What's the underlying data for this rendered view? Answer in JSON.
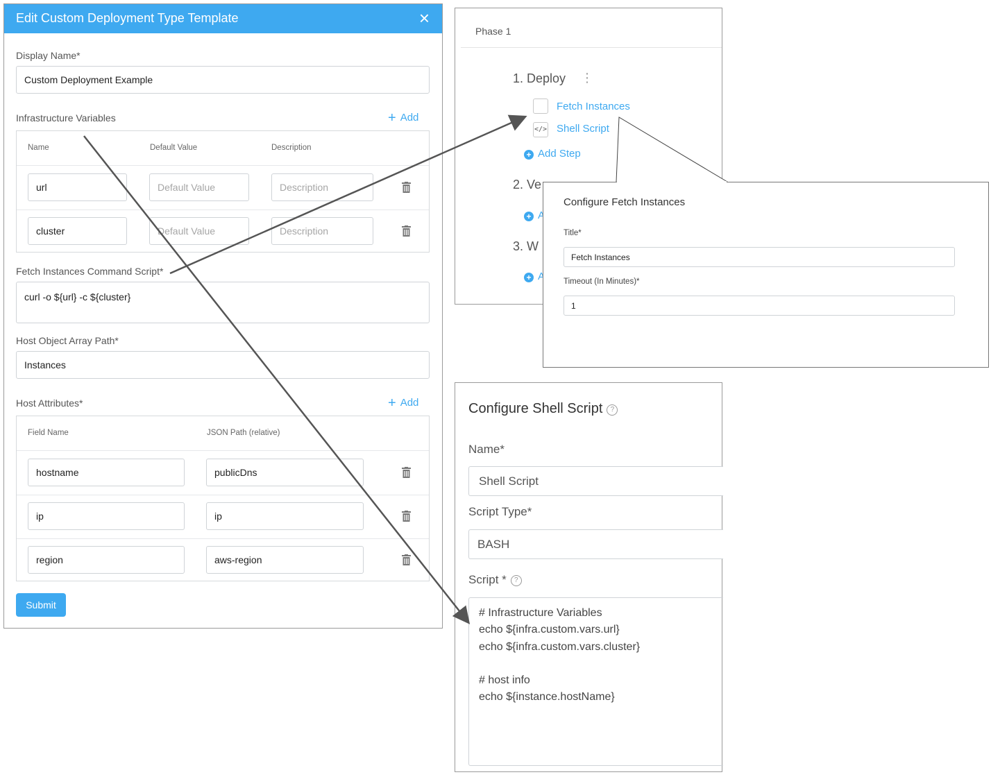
{
  "edit_dialog": {
    "title": "Edit Custom Deployment Type Template",
    "close_icon": "×",
    "display_name_label": "Display Name*",
    "display_name_value": "Custom Deployment Example",
    "infra_vars_label": "Infrastructure Variables",
    "add_label": "Add",
    "infra_headers": {
      "name": "Name",
      "default_value": "Default Value",
      "description": "Description"
    },
    "infra_rows": [
      {
        "name": "url",
        "default_placeholder": "Default Value",
        "description_placeholder": "Description"
      },
      {
        "name": "cluster",
        "default_placeholder": "Default Value",
        "description_placeholder": "Description"
      }
    ],
    "fetch_script_label": "Fetch Instances Command Script*",
    "fetch_script_value": "curl -o ${url} -c ${cluster}",
    "host_array_label": "Host Object Array Path*",
    "host_array_value": "Instances",
    "host_attrs_label": "Host Attributes*",
    "host_headers": {
      "field_name": "Field Name",
      "json_path": "JSON Path (relative)"
    },
    "host_rows": [
      {
        "field": "hostname",
        "path": "publicDns"
      },
      {
        "field": "ip",
        "path": "ip"
      },
      {
        "field": "region",
        "path": "aws-region"
      }
    ],
    "submit_label": "Submit"
  },
  "phase_panel": {
    "title": "Phase 1",
    "section1": "1. Deploy",
    "kebab": "⋮",
    "step1": "Fetch Instances",
    "step2": "Shell Script",
    "add_step": "Add Step",
    "section2": "2. Ve",
    "section3": "3. W",
    "add_partial": "A"
  },
  "fetch_popup": {
    "title": "Configure Fetch Instances",
    "title_label": "Title*",
    "title_value": "Fetch Instances",
    "timeout_label": "Timeout (In Minutes)*",
    "timeout_value": "1"
  },
  "shell_panel": {
    "title": "Configure Shell Script",
    "name_label": "Name*",
    "name_value": "Shell Script",
    "script_type_label": "Script Type*",
    "script_type_value": "BASH",
    "script_label": "Script *",
    "script_lines": [
      "# Infrastructure Variables",
      "echo ${infra.custom.vars.url}",
      "echo ${infra.custom.vars.cluster}",
      "",
      "# host info",
      "echo ${instance.hostName}"
    ]
  },
  "colors": {
    "accent": "#3ea9f0",
    "arrow": "#555555"
  }
}
